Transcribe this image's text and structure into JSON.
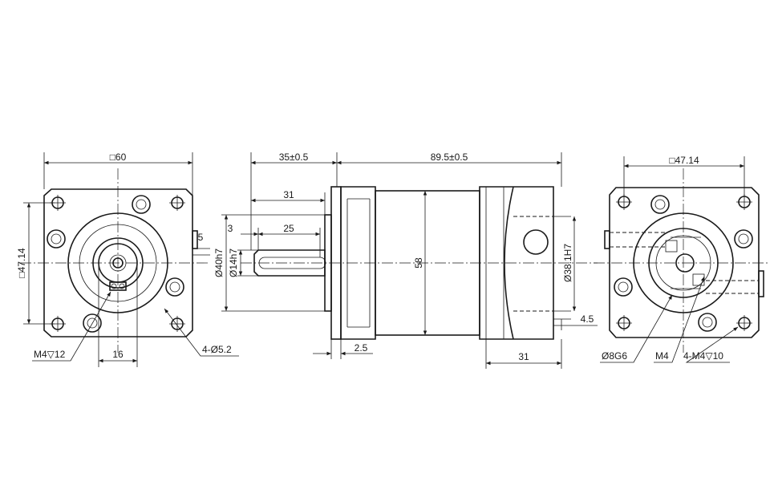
{
  "dimensions": {
    "front_square": "□60",
    "front_pcd": "□47.14",
    "front_five": "5",
    "front_m4": "M4▽12",
    "front_sixteen": "16",
    "front_holes": "4-Ø5.2",
    "side_flange": "35±0.5",
    "side_body": "89.5±0.5",
    "side_shaft_len": "31",
    "side_key_len": "25",
    "side_key_offset": "3",
    "side_pilot": "Ø40h7",
    "side_shaft": "Ø14h7",
    "side_height": "58",
    "side_bore": "Ø38.1H7",
    "side_step": "4.5",
    "side_flange_thk": "2.5",
    "side_input_len": "31",
    "rear_pcd": "□47.14",
    "rear_bore": "Ø8G6",
    "rear_m4": "M4",
    "rear_holes": "4-M4▽10"
  },
  "colors": {
    "line": "#1a1a1a",
    "background": "#ffffff"
  }
}
